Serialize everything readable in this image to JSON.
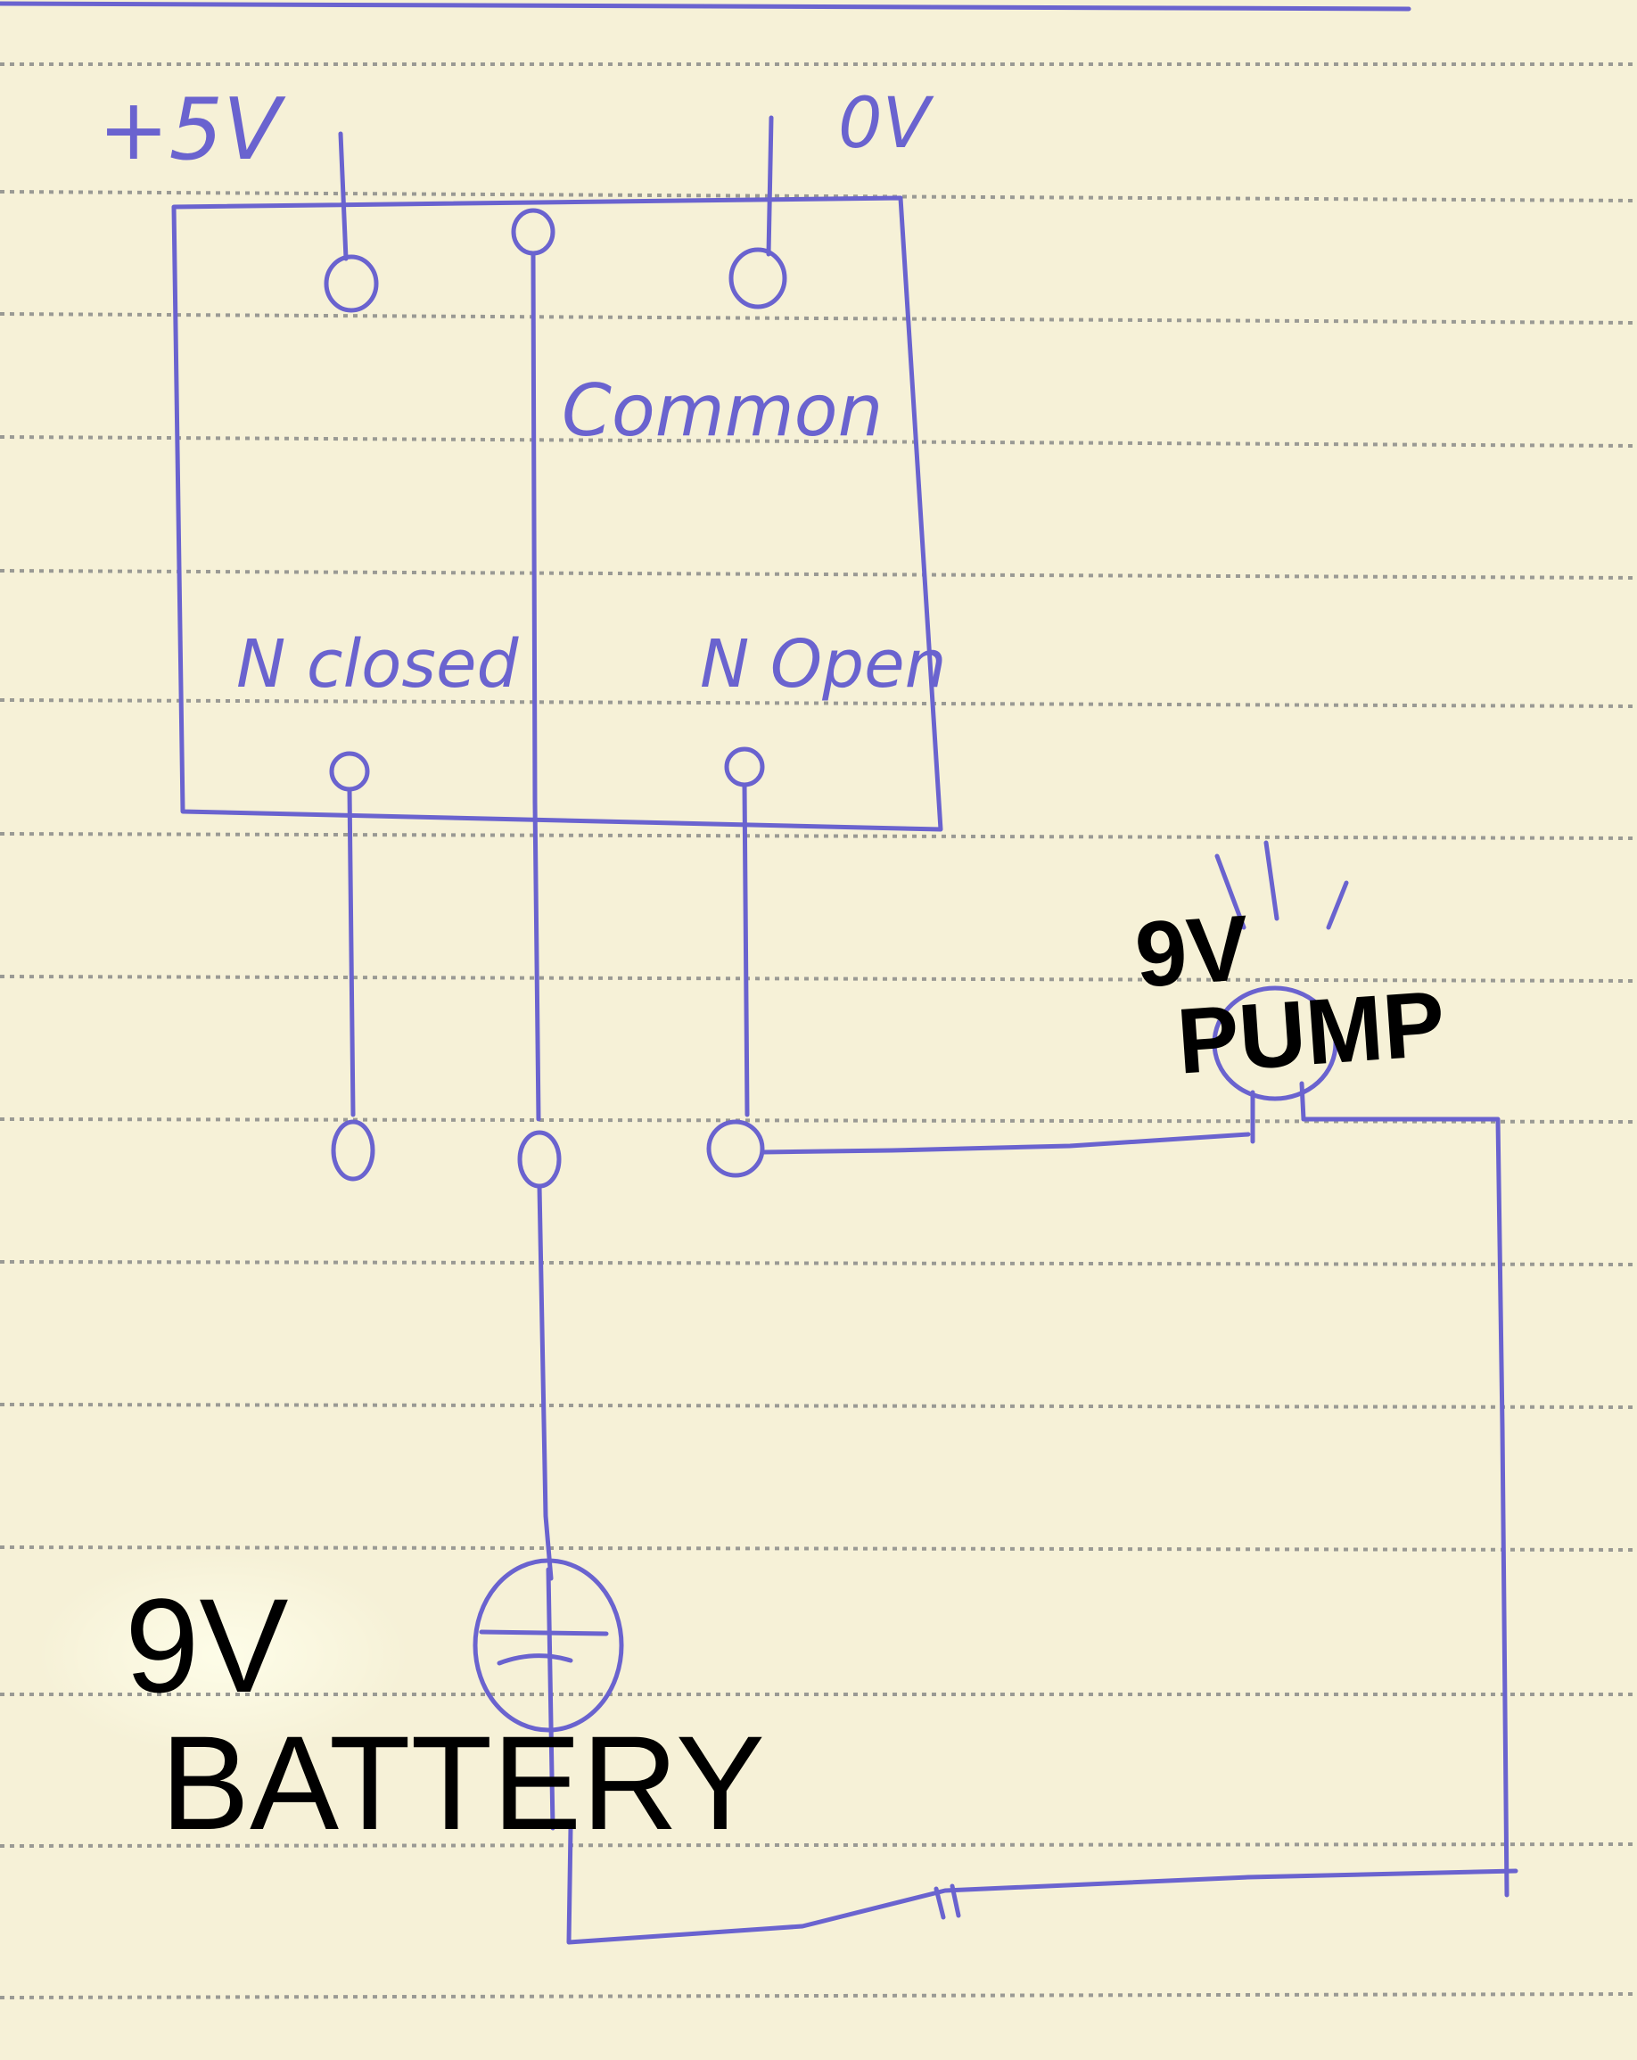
{
  "diagram": {
    "labels": {
      "plus_5v": "+5V",
      "zero_v": "0V",
      "common": "Common",
      "n_closed": "N closed",
      "n_open": "N Open"
    },
    "pump": {
      "line1": "9V",
      "line2": "PUMP"
    },
    "battery": {
      "line1": "9V",
      "line2": "BATTERY"
    },
    "colors": {
      "ink": "#6a63cf",
      "paper": "#f6f1d7",
      "rule": "#9a9a94",
      "overlay_text": "#000000"
    }
  }
}
